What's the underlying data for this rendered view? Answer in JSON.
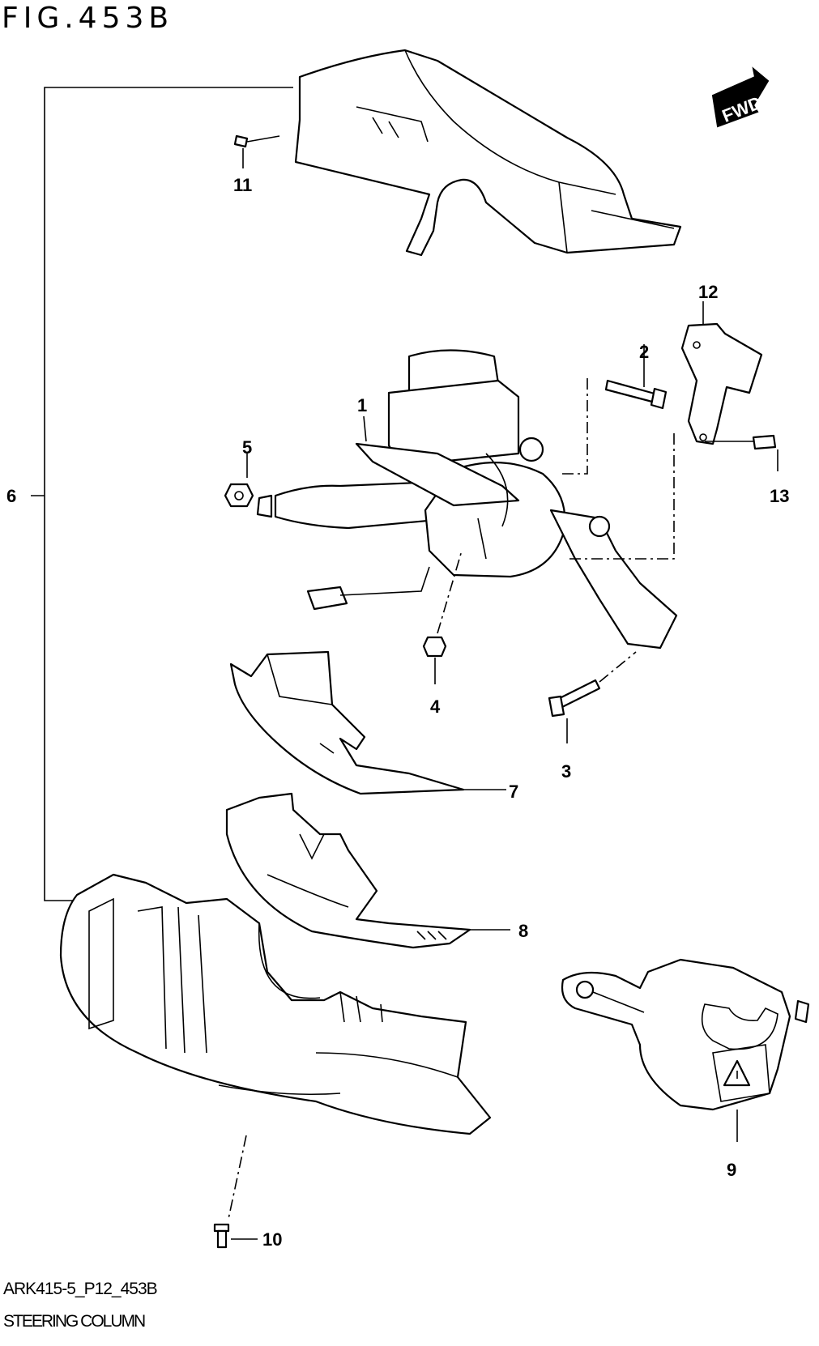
{
  "figure": {
    "title": "FIG.453B",
    "code": "ARK415-5_P12_453B",
    "caption": "STEERING COLUMN"
  },
  "fwd_label": "FWD",
  "callouts": [
    "1",
    "2",
    "3",
    "4",
    "5",
    "6",
    "7",
    "8",
    "9",
    "10",
    "11",
    "12",
    "13"
  ]
}
